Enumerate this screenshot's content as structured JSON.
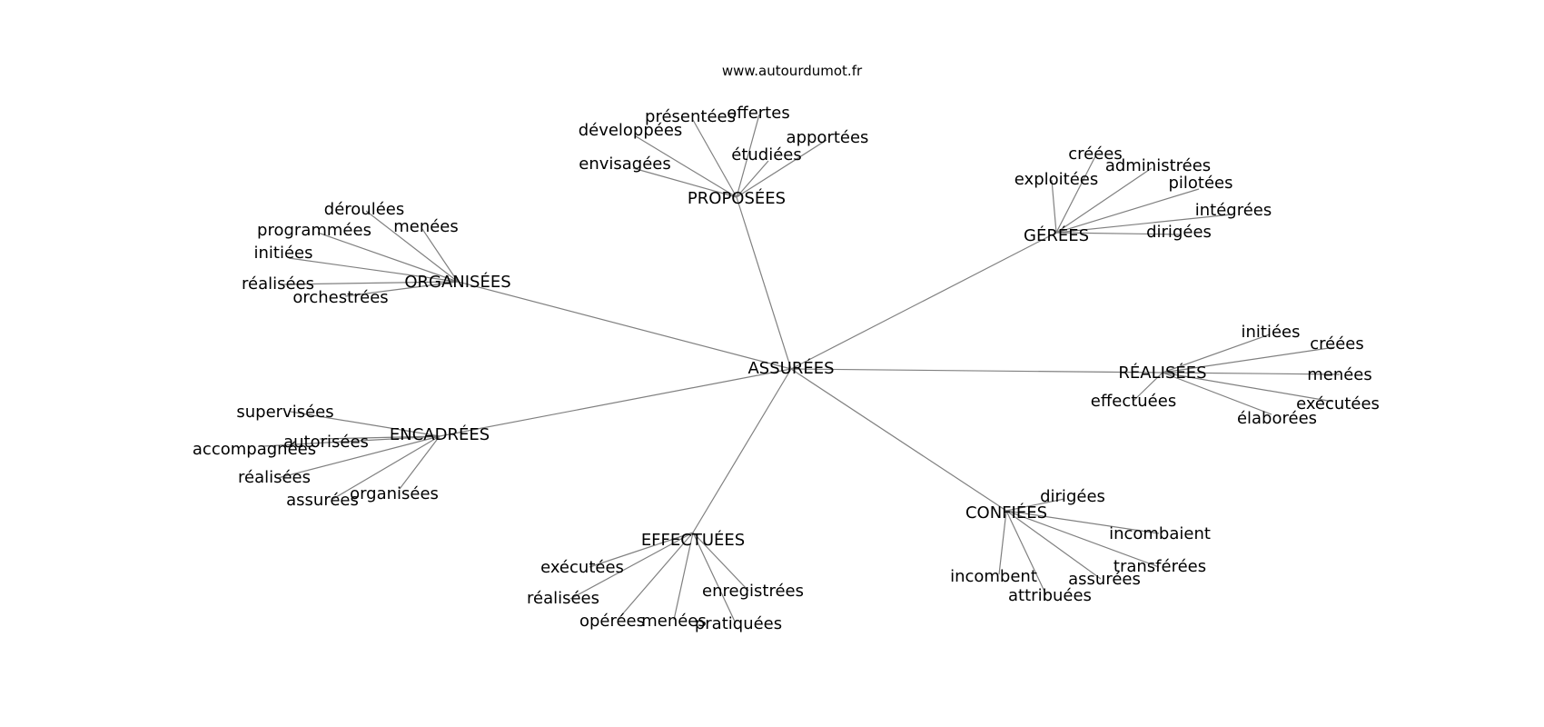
{
  "source": "www.autourdumot.fr",
  "center": "ASSURÉES",
  "groups": [
    {
      "label": "PROPOSÉES",
      "words": [
        "présentées",
        "offertes",
        "développées",
        "apportées",
        "étudiées",
        "envisagées"
      ]
    },
    {
      "label": "GÉRÉES",
      "words": [
        "créées",
        "administrées",
        "exploitées",
        "pilotées",
        "intégrées",
        "dirigées"
      ]
    },
    {
      "label": "ORGANISÉES",
      "words": [
        "déroulées",
        "menées",
        "programmées",
        "initiées",
        "réalisées",
        "orchestrées"
      ]
    },
    {
      "label": "RÉALISÉES",
      "words": [
        "initiées",
        "créées",
        "menées",
        "effectuées",
        "exécutées",
        "élaborées"
      ]
    },
    {
      "label": "ENCADRÉES",
      "words": [
        "supervisées",
        "autorisées",
        "accompagnées",
        "réalisées",
        "assurées",
        "organisées"
      ]
    },
    {
      "label": "CONFIÉES",
      "words": [
        "dirigées",
        "incombaient",
        "transférées",
        "incombent",
        "assurées",
        "attribuées"
      ]
    },
    {
      "label": "EFFECTUÉES",
      "words": [
        "exécutées",
        "réalisées",
        "enregistrées",
        "opérées",
        "menées",
        "pratiquées"
      ]
    }
  ]
}
